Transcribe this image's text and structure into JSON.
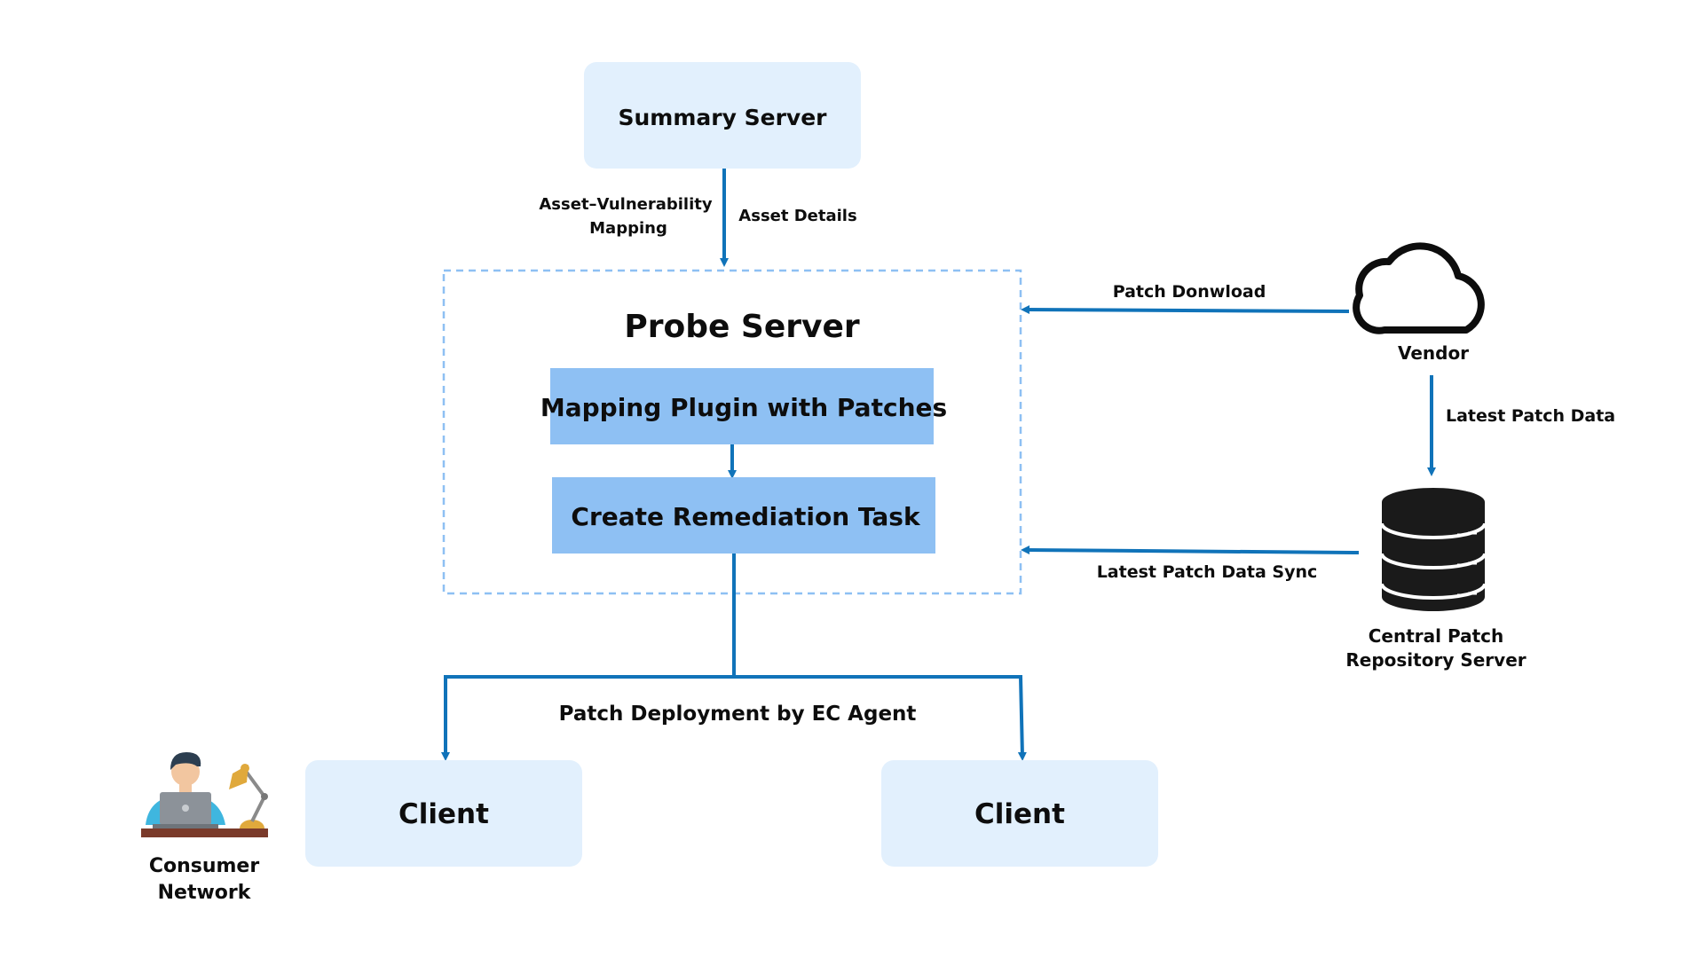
{
  "nodes": {
    "summary_server": "Summary Server",
    "probe_server": "Probe Server",
    "mapping_plugin": "Mapping Plugin with Patches",
    "remediation_task": "Create Remediation Task",
    "client_left": "Client",
    "client_right": "Client",
    "vendor": "Vendor",
    "central_patch_repo_line1": "Central Patch",
    "central_patch_repo_line2": "Repository Server",
    "consumer_network_line1": "Consumer",
    "consumer_network_line2": "Network"
  },
  "edges": {
    "asset_vuln_mapping_line1": "Asset–Vulnerability",
    "asset_vuln_mapping_line2": "Mapping",
    "asset_details": "Asset Details",
    "patch_download": "Patch Donwload",
    "latest_patch_data": "Latest Patch Data",
    "latest_patch_data_sync": "Latest Patch Data Sync",
    "patch_deployment": "Patch Deployment by EC Agent"
  },
  "colors": {
    "arrow": "#1073b9",
    "light_box": "#e2f0fd",
    "blue_box": "#8ec0f3",
    "dashed_border": "#8ec0f3",
    "text": "#0d0d0d"
  }
}
